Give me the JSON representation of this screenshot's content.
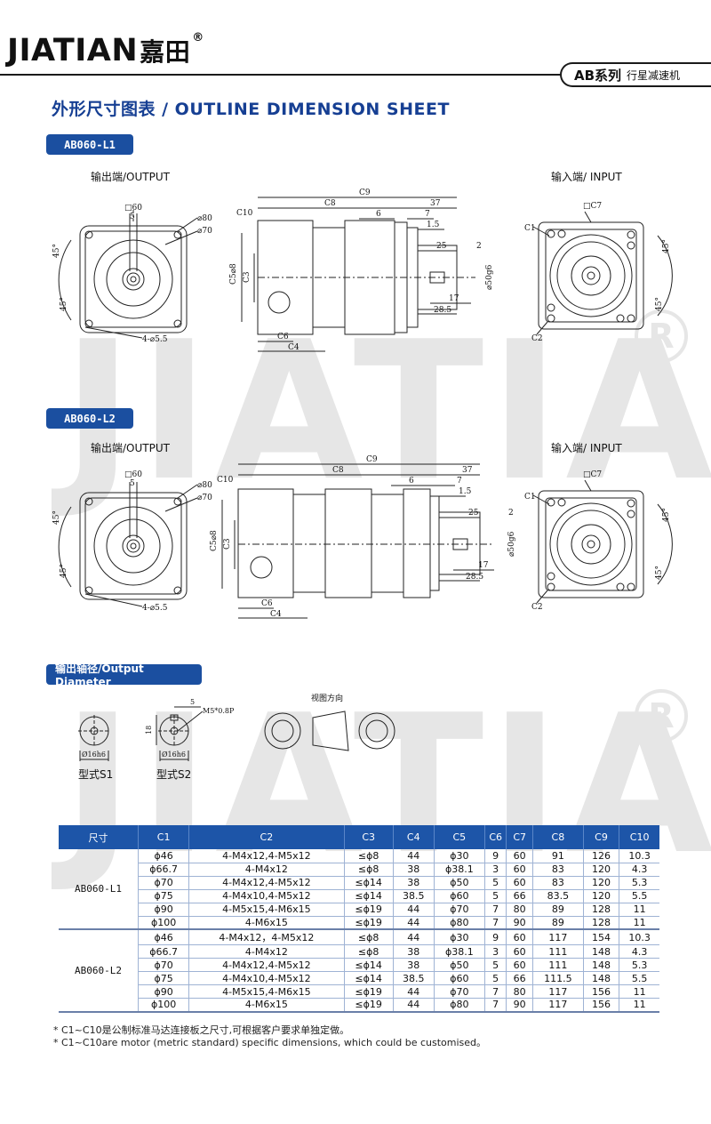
{
  "header": {
    "brand": "JIATIAN",
    "brand_cn": "嘉田",
    "reg": "®",
    "series": "AB系列",
    "series_sub": "行星减速机"
  },
  "section_title": "外形尺寸图表 / OUTLINE DIMENSION SHEET",
  "watermark": {
    "text": "JIATIAN",
    "reg": "R"
  },
  "L1": {
    "tag": "AB060-L1",
    "output_label": "输出端/OUTPUT",
    "input_label": "输入端/ INPUT"
  },
  "L2": {
    "tag": "AB060-L2",
    "output_label": "输出端/OUTPUT",
    "input_label": "输入端/ INPUT"
  },
  "dims": {
    "sq60": "□60",
    "sqC7": "□C7",
    "d80": "⌀80",
    "d70": "⌀70",
    "five": "5",
    "a45": "45°",
    "holes": "4-⌀5.5",
    "C1": "C1",
    "C2": "C2",
    "C3": "C3",
    "C4": "C4",
    "C5": "C5⌀8",
    "C6": "C6",
    "C7": "C7",
    "C8": "C8",
    "C9": "C9",
    "C10": "C10",
    "n37": "37",
    "n6": "6",
    "n7": "7",
    "n1_5": "1.5",
    "n25": "25",
    "n2": "2",
    "n17": "17",
    "n28_5": "28.5",
    "d50": "⌀50g6"
  },
  "output_diameter": {
    "tag": "输出轴径/Output Diameter",
    "view_label": "视图方向",
    "s1": "型式S1",
    "s2": "型式S2",
    "d16": "Ø16h6",
    "m5": "M5*0.8P",
    "n18": "18",
    "n5": "5"
  },
  "table": {
    "headers": [
      "尺寸",
      "C1",
      "C2",
      "C3",
      "C4",
      "C5",
      "C6",
      "C7",
      "C8",
      "C9",
      "C10"
    ],
    "groups": [
      {
        "model": "AB060-L1",
        "rows": [
          [
            "ϕ46",
            "4-M4x12,4-M5x12",
            "≤ϕ8",
            "44",
            "ϕ30",
            "9",
            "60",
            "91",
            "126",
            "10.3"
          ],
          [
            "ϕ66.7",
            "4-M4x12",
            "≤ϕ8",
            "38",
            "ϕ38.1",
            "3",
            "60",
            "83",
            "120",
            "4.3"
          ],
          [
            "ϕ70",
            "4-M4x12,4-M5x12",
            "≤ϕ14",
            "38",
            "ϕ50",
            "5",
            "60",
            "83",
            "120",
            "5.3"
          ],
          [
            "ϕ75",
            "4-M4x10,4-M5x12",
            "≤ϕ14",
            "38.5",
            "ϕ60",
            "5",
            "66",
            "83.5",
            "120",
            "5.5"
          ],
          [
            "ϕ90",
            "4-M5x15,4-M6x15",
            "≤ϕ19",
            "44",
            "ϕ70",
            "7",
            "80",
            "89",
            "128",
            "11"
          ],
          [
            "ϕ100",
            "4-M6x15",
            "≤ϕ19",
            "44",
            "ϕ80",
            "7",
            "90",
            "89",
            "128",
            "11"
          ]
        ]
      },
      {
        "model": "AB060-L2",
        "rows": [
          [
            "ϕ46",
            "4-M4x12，4-M5x12",
            "≤ϕ8",
            "44",
            "ϕ30",
            "9",
            "60",
            "117",
            "154",
            "10.3"
          ],
          [
            "ϕ66.7",
            "4-M4x12",
            "≤ϕ8",
            "38",
            "ϕ38.1",
            "3",
            "60",
            "111",
            "148",
            "4.3"
          ],
          [
            "ϕ70",
            "4-M4x12,4-M5x12",
            "≤ϕ14",
            "38",
            "ϕ50",
            "5",
            "60",
            "111",
            "148",
            "5.3"
          ],
          [
            "ϕ75",
            "4-M4x10,4-M5x12",
            "≤ϕ14",
            "38.5",
            "ϕ60",
            "5",
            "66",
            "111.5",
            "148",
            "5.5"
          ],
          [
            "ϕ90",
            "4-M5x15,4-M6x15",
            "≤ϕ19",
            "44",
            "ϕ70",
            "7",
            "80",
            "117",
            "156",
            "11"
          ],
          [
            "ϕ100",
            "4-M6x15",
            "≤ϕ19",
            "44",
            "ϕ80",
            "7",
            "90",
            "117",
            "156",
            "11"
          ]
        ]
      }
    ]
  },
  "notes": [
    "* C1~C10是公制标准马达连接板之尺寸,可根据客户要求单独定做。",
    "* C1~C10are motor (metric standard) specific dimensions, which could be customised。"
  ]
}
